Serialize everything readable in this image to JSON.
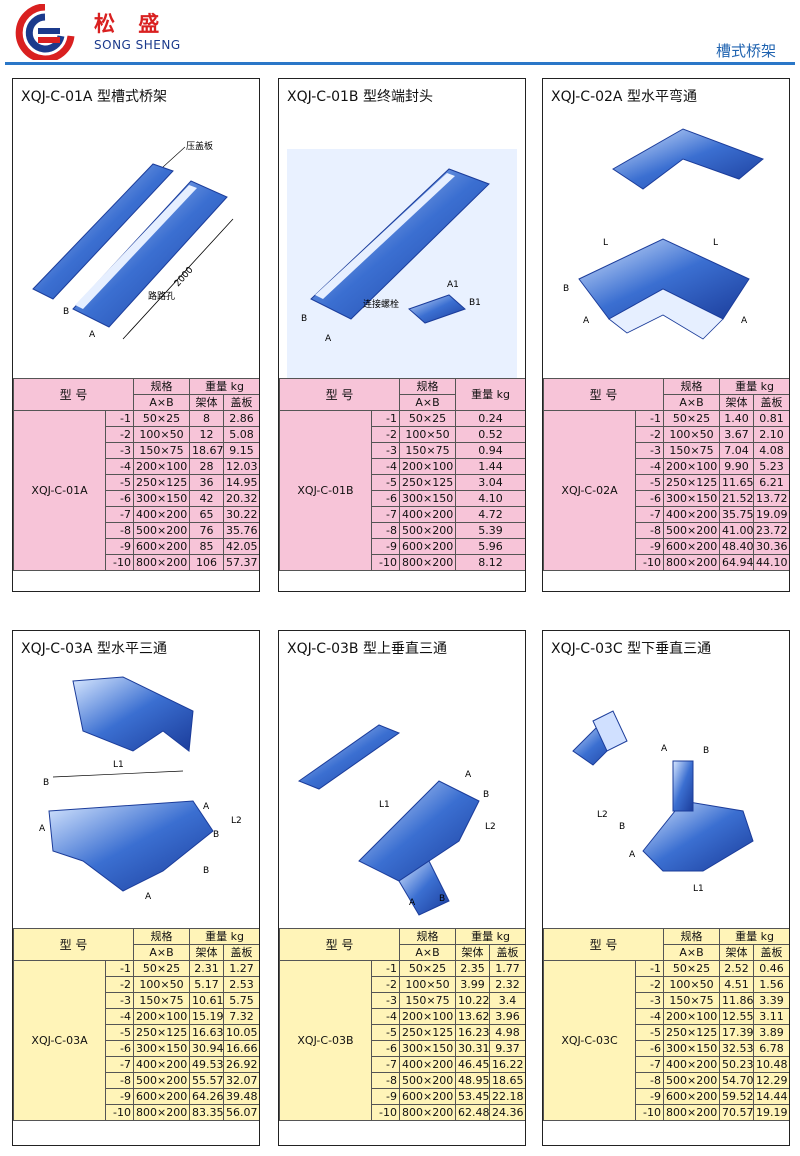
{
  "header": {
    "brand_cn": "松 盛",
    "brand_en": "SONG SHENG",
    "category": "槽式桥架"
  },
  "common": {
    "col_model": "型 号",
    "col_spec_1": "规格",
    "col_spec_2": "A×B",
    "col_weight": "重量 kg",
    "col_frame": "架体",
    "col_cover": "盖板",
    "col_weight_single": "重量 kg"
  },
  "panels": [
    {
      "title": "XQJ-C-01A 型槽式桥架",
      "model": "XQJ-C-01A",
      "labels": [
        "压盖板",
        "2000",
        "路路孔",
        "B",
        "A"
      ],
      "rows": [
        [
          "-1",
          "50×25",
          "8",
          "2.86"
        ],
        [
          "-2",
          "100×50",
          "12",
          "5.08"
        ],
        [
          "-3",
          "150×75",
          "18.67",
          "9.15"
        ],
        [
          "-4",
          "200×100",
          "28",
          "12.03"
        ],
        [
          "-5",
          "250×125",
          "36",
          "14.95"
        ],
        [
          "-6",
          "300×150",
          "42",
          "20.32"
        ],
        [
          "-7",
          "400×200",
          "65",
          "30.22"
        ],
        [
          "-8",
          "500×200",
          "76",
          "35.76"
        ],
        [
          "-9",
          "600×200",
          "85",
          "42.05"
        ],
        [
          "-10",
          "800×200",
          "106",
          "57.37"
        ]
      ]
    },
    {
      "title": "XQJ-C-01B 型终端封头",
      "model": "XQJ-C-01B",
      "labels": [
        "连接螺栓",
        "A1",
        "B1",
        "B",
        "A"
      ],
      "rows": [
        [
          "-1",
          "50×25",
          "0.24"
        ],
        [
          "-2",
          "100×50",
          "0.52"
        ],
        [
          "-3",
          "150×75",
          "0.94"
        ],
        [
          "-4",
          "200×100",
          "1.44"
        ],
        [
          "-5",
          "250×125",
          "3.04"
        ],
        [
          "-6",
          "300×150",
          "4.10"
        ],
        [
          "-7",
          "400×200",
          "4.72"
        ],
        [
          "-8",
          "500×200",
          "5.39"
        ],
        [
          "-9",
          "600×200",
          "5.96"
        ],
        [
          "-10",
          "800×200",
          "8.12"
        ]
      ]
    },
    {
      "title": "XQJ-C-02A 型水平弯通",
      "model": "XQJ-C-02A",
      "labels": [
        "L",
        "L",
        "B",
        "A",
        "A"
      ],
      "rows": [
        [
          "-1",
          "50×25",
          "1.40",
          "0.81"
        ],
        [
          "-2",
          "100×50",
          "3.67",
          "2.10"
        ],
        [
          "-3",
          "150×75",
          "7.04",
          "4.08"
        ],
        [
          "-4",
          "200×100",
          "9.90",
          "5.23"
        ],
        [
          "-5",
          "250×125",
          "11.65",
          "6.21"
        ],
        [
          "-6",
          "300×150",
          "21.52",
          "13.72"
        ],
        [
          "-7",
          "400×200",
          "35.75",
          "19.09"
        ],
        [
          "-8",
          "500×200",
          "41.00",
          "23.72"
        ],
        [
          "-9",
          "600×200",
          "48.40",
          "30.36"
        ],
        [
          "-10",
          "800×200",
          "64.94",
          "44.10"
        ]
      ]
    },
    {
      "title": "XQJ-C-03A 型水平三通",
      "model": "XQJ-C-03A",
      "labels": [
        "L1",
        "B",
        "A",
        "L2",
        "A",
        "B",
        "B",
        "A"
      ],
      "rows": [
        [
          "-1",
          "50×25",
          "2.31",
          "1.27"
        ],
        [
          "-2",
          "100×50",
          "5.17",
          "2.53"
        ],
        [
          "-3",
          "150×75",
          "10.61",
          "5.75"
        ],
        [
          "-4",
          "200×100",
          "15.19",
          "7.32"
        ],
        [
          "-5",
          "250×125",
          "16.63",
          "10.05"
        ],
        [
          "-6",
          "300×150",
          "30.94",
          "16.66"
        ],
        [
          "-7",
          "400×200",
          "49.53",
          "26.92"
        ],
        [
          "-8",
          "500×200",
          "55.57",
          "32.07"
        ],
        [
          "-9",
          "600×200",
          "64.26",
          "39.48"
        ],
        [
          "-10",
          "800×200",
          "83.35",
          "56.07"
        ]
      ]
    },
    {
      "title": "XQJ-C-03B 型上垂直三通",
      "model": "XQJ-C-03B",
      "labels": [
        "L1",
        "A",
        "B",
        "L2",
        "A",
        "B"
      ],
      "rows": [
        [
          "-1",
          "50×25",
          "2.35",
          "1.77"
        ],
        [
          "-2",
          "100×50",
          "3.99",
          "2.32"
        ],
        [
          "-3",
          "150×75",
          "10.22",
          "3.4"
        ],
        [
          "-4",
          "200×100",
          "13.62",
          "3.96"
        ],
        [
          "-5",
          "250×125",
          "16.23",
          "4.98"
        ],
        [
          "-6",
          "300×150",
          "30.31",
          "9.37"
        ],
        [
          "-7",
          "400×200",
          "46.45",
          "16.22"
        ],
        [
          "-8",
          "500×200",
          "48.95",
          "18.65"
        ],
        [
          "-9",
          "600×200",
          "53.45",
          "22.18"
        ],
        [
          "-10",
          "800×200",
          "62.48",
          "24.36"
        ]
      ]
    },
    {
      "title": "XQJ-C-03C 型下垂直三通",
      "model": "XQJ-C-03C",
      "labels": [
        "A",
        "B",
        "L2",
        "B",
        "A",
        "L1"
      ],
      "rows": [
        [
          "-1",
          "50×25",
          "2.52",
          "0.46"
        ],
        [
          "-2",
          "100×50",
          "4.51",
          "1.56"
        ],
        [
          "-3",
          "150×75",
          "11.86",
          "3.39"
        ],
        [
          "-4",
          "200×100",
          "12.55",
          "3.11"
        ],
        [
          "-5",
          "250×125",
          "17.39",
          "3.89"
        ],
        [
          "-6",
          "300×150",
          "32.53",
          "6.78"
        ],
        [
          "-7",
          "400×200",
          "50.23",
          "10.48"
        ],
        [
          "-8",
          "500×200",
          "54.70",
          "12.29"
        ],
        [
          "-9",
          "600×200",
          "59.52",
          "14.44"
        ],
        [
          "-10",
          "800×200",
          "70.57",
          "19.19"
        ]
      ]
    }
  ]
}
